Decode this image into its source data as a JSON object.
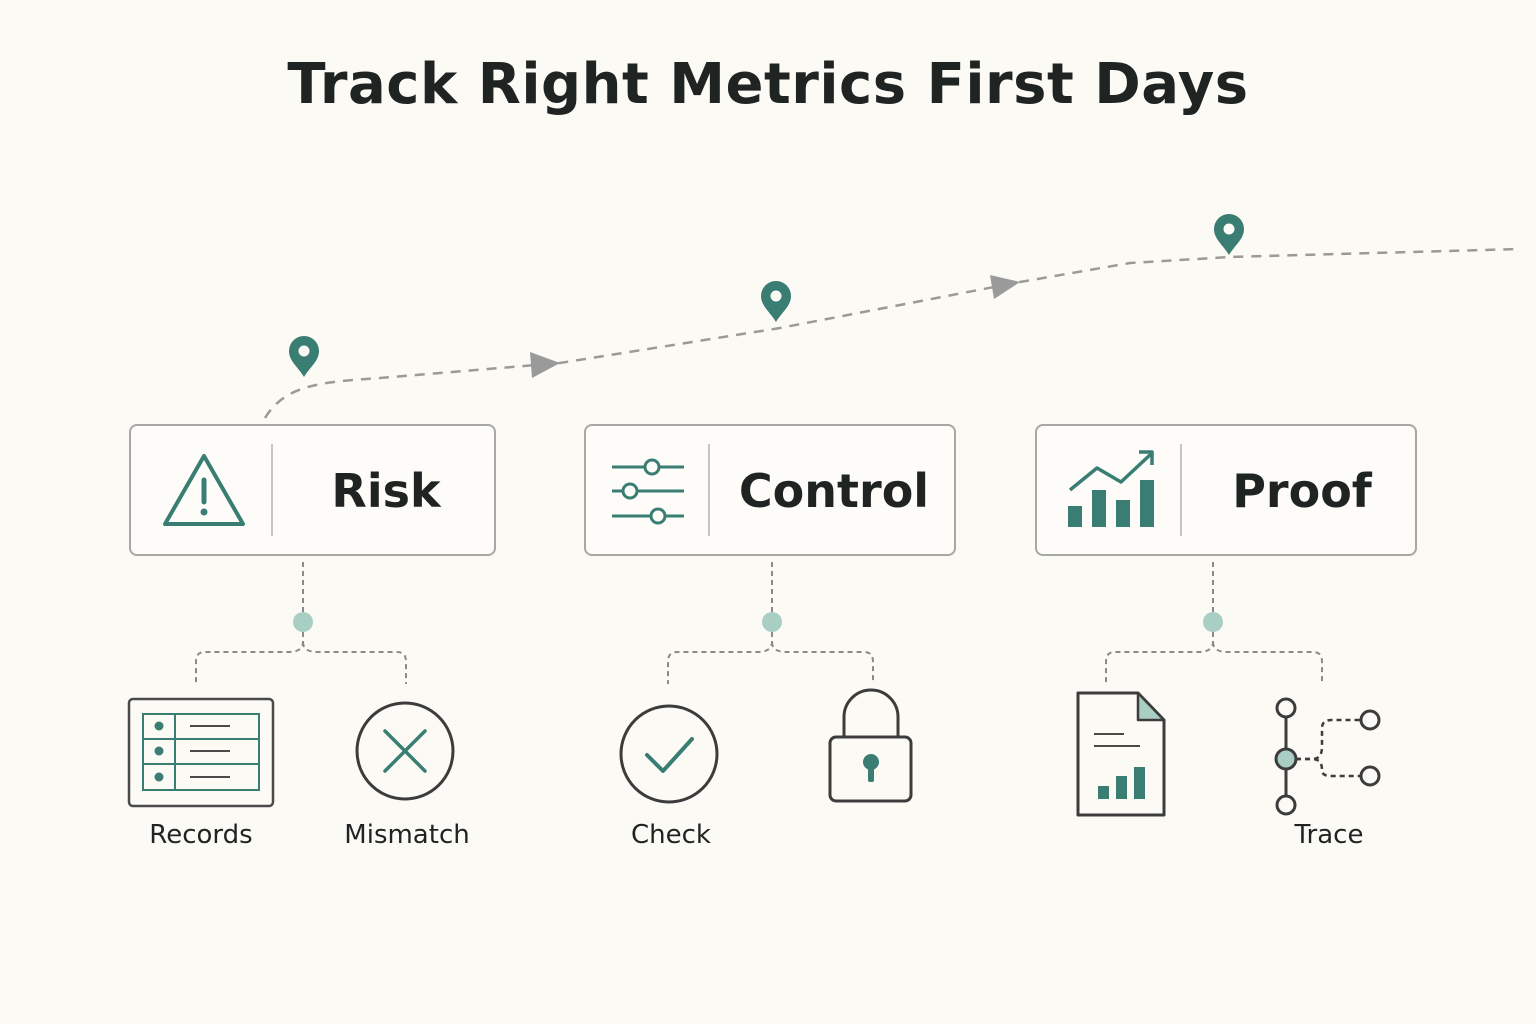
{
  "title": "Track Right Metrics First Days",
  "colors": {
    "accent": "#3a7d73",
    "accent_light": "#a9cfc5",
    "line": "#4a4a4a",
    "dash": "#9a9a9a",
    "background": "#fcfaf5"
  },
  "cards": [
    {
      "label": "Risk",
      "icon": "warning-triangle-icon"
    },
    {
      "label": "Control",
      "icon": "sliders-icon"
    },
    {
      "label": "Proof",
      "icon": "bar-chart-trend-icon"
    }
  ],
  "leaves": [
    {
      "label": "Records",
      "icon": "records-table-icon"
    },
    {
      "label": "Mismatch",
      "icon": "x-circle-icon"
    },
    {
      "label": "Check",
      "icon": "check-circle-icon"
    },
    {
      "label": "",
      "icon": "padlock-icon"
    },
    {
      "label": "",
      "icon": "report-document-icon"
    },
    {
      "label": "Trace",
      "icon": "trace-network-icon"
    }
  ]
}
